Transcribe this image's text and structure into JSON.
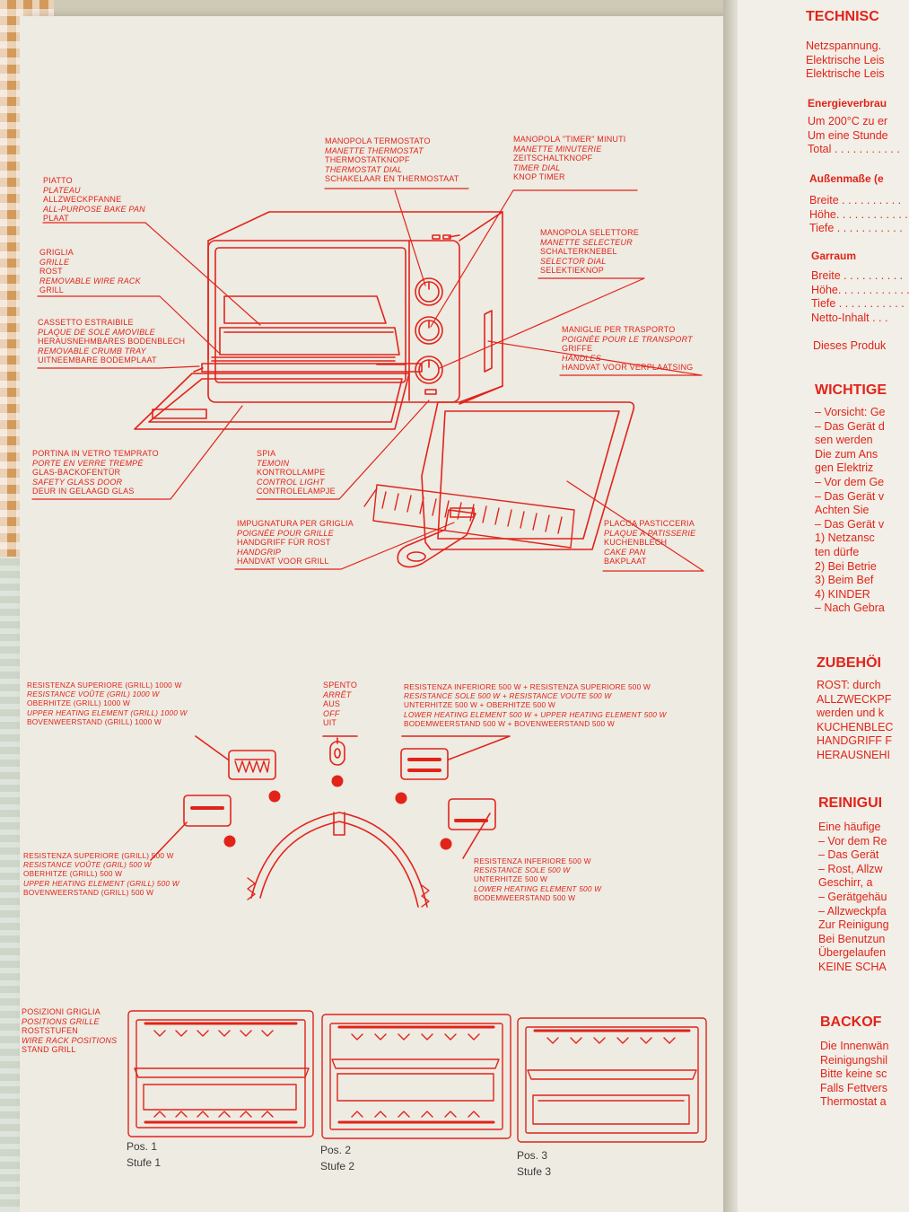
{
  "diagram_labels": {
    "thermostat": [
      "MANOPOLA TERMOSTATO",
      "MANETTE THERMOSTAT",
      "THERMOSTATKNOPF",
      "THERMOSTAT DIAL",
      "SCHAKELAAR EN THERMOSTAAT"
    ],
    "timer": [
      "MANOPOLA \"TIMER\" MINUTI",
      "MANETTE MINUTERIE",
      "ZEITSCHALTKNOPF",
      "TIMER DIAL",
      "KNOP TIMER"
    ],
    "bake_pan": [
      "PIATTO",
      "PLATEAU",
      "ALLZWECKPFANNE",
      "ALL-PURPOSE BAKE PAN",
      "PLAAT"
    ],
    "wire_rack": [
      "GRIGLIA",
      "GRILLE",
      "ROST",
      "REMOVABLE WIRE RACK",
      "GRILL"
    ],
    "selector": [
      "MANOPOLA SELETTORE",
      "MANETTE SELECTEUR",
      "SCHALTERKNEBEL",
      "SELECTOR DIAL",
      "SELEKTIEKNOP"
    ],
    "crumb_tray": [
      "CASSETTO ESTRAIBILE",
      "PLAQUE DE SOLE AMOVIBLE",
      "HERAUSNEHMBARES BODENBLECH",
      "REMOVABLE CRUMB TRAY",
      "UITNEEMBARE BODEMPLAAT"
    ],
    "handles": [
      "MANIGLIE PER TRASPORTO",
      "POIGNÉE POUR LE TRANSPORT",
      "GRIFFE",
      "HANDLES",
      "HANDVAT VOOR VERPLAATSING"
    ],
    "glass_door": [
      "PORTINA IN VETRO TEMPRATO",
      "PORTE EN VERRE TREMPÉ",
      "GLAS-BACKOFENTÜR",
      "SAFETY GLASS DOOR",
      "DEUR IN GELAAGD GLAS"
    ],
    "control_light": [
      "SPIA",
      "TEMOIN",
      "KONTROLLAMPE",
      "CONTROL LIGHT",
      "CONTROLELAMPJE"
    ],
    "grip": [
      "IMPUGNATURA PER GRIGLIA",
      "POIGNÉE POUR GRILLE",
      "HANDGRIFF FÜR ROST",
      "HANDGRIP",
      "HANDVAT VOOR GRILL"
    ],
    "cake_pan": [
      "PLACCA PASTICCERIA",
      "PLAQUE A PATISSERIE",
      "KUCHENBLECH",
      "CAKE PAN",
      "BAKPLAAT"
    ]
  },
  "selector_labels": {
    "upper_1000": [
      "RESISTENZA SUPERIORE (GRILL) 1000 W",
      "RESISTANCE VOÛTE (GRIL) 1000 W",
      "OBERHITZE (GRILL) 1000 W",
      "UPPER HEATING ELEMENT (GRILL) 1000 W",
      "BOVENWEERSTAND (GRILL) 1000 W"
    ],
    "off": [
      "SPENTO",
      "ARRÊT",
      "AUS",
      "OFF",
      "UIT"
    ],
    "lower_upper": [
      "RESISTENZA INFERIORE 500 W + RESISTENZA SUPERIORE 500 W",
      "RESISTANCE SOLE 500 W + RESISTANCE VOUTE 500 W",
      "UNTERHITZE 500 W + OBERHITZE 500 W",
      "LOWER HEATING ELEMENT 500 W + UPPER HEATING ELEMENT 500 W",
      "BODEMWEERSTAND 500 W + BOVENWEERSTAND 500 W"
    ],
    "upper_500": [
      "RESISTENZA SUPERIORE (GRILL) 500 W",
      "RESISTANCE VOÛTE (GRIL) 500 W",
      "OBERHITZE (GRILL) 500 W",
      "UPPER HEATING ELEMENT (GRILL) 500 W",
      "BOVENWEERSTAND (GRILL) 500 W"
    ],
    "lower_500": [
      "RESISTENZA INFERIORE 500 W",
      "RESISTANCE SOLE 500 W",
      "UNTERHITZE 500 W",
      "LOWER HEATING ELEMENT 500 W",
      "BODEMWEERSTAND 500 W"
    ]
  },
  "rack_positions": {
    "heading": [
      "POSIZIONI GRIGLIA",
      "POSITIONS GRILLE",
      "ROSTSTUFEN",
      "WIRE RACK POSITIONS",
      "STAND GRILL"
    ],
    "positions": [
      {
        "pos": "Pos. 1",
        "stufe": "Stufe 1"
      },
      {
        "pos": "Pos. 2",
        "stufe": "Stufe 2"
      },
      {
        "pos": "Pos. 3",
        "stufe": "Stufe 3"
      }
    ]
  },
  "right_page": {
    "tech_heading": "TECHNISC",
    "tech_lines": [
      "Netzspannung.",
      "Elektrische Leis",
      "Elektrische Leis"
    ],
    "energy_heading": "Energieverbrau",
    "energy_lines": [
      "Um 200°C zu er",
      "Um eine Stunde",
      "Total . . . . . . . . . . ."
    ],
    "dims_heading": "Außenmaße (e",
    "dims_lines": [
      "Breite . . . . . . . . . .",
      "Höhe. . . . . . . . . . . .",
      "Tiefe . . . . . . . . . . ."
    ],
    "garraum_heading": "Garraum",
    "garraum_lines": [
      "Breite . . . . . . . . . .",
      "Höhe. . . . . . . . . . . .",
      "Tiefe . . . . . . . . . . .",
      "Netto-Inhalt . . ."
    ],
    "product_line": "Dieses Produk",
    "wichtig_heading": "WICHTIGE",
    "wichtig_lines": [
      "– Vorsicht: Ge",
      "– Das Gerät d",
      "   sen werden",
      "   Die zum Ans",
      "   gen Elektriz",
      "– Vor dem Ge",
      "– Das Gerät v",
      "   Achten Sie",
      "– Das Gerät v",
      "   1) Netzansc",
      "       ten dürfe",
      "   2) Bei Betrie",
      "   3) Beim Bef",
      "   4) KINDER",
      "– Nach Gebra"
    ],
    "zubehoer_heading": "ZUBEHÖI",
    "zubehoer_lines": [
      "ROST: durch",
      "ALLZWECKPF",
      "werden und k",
      "KUCHENBLEC",
      "HANDGRIFF F",
      "HERAUSNEHI"
    ],
    "reinigung_heading": "REINIGUI",
    "reinigung_lines": [
      "Eine häufige",
      "– Vor dem Re",
      "– Das Gerät",
      "– Rost, Allzw",
      "   Geschirr, a",
      "– Gerätgehäu",
      "– Allzweckpfa",
      "Zur Reinigung",
      "Bei Benutzun",
      "Übergelaufen",
      "KEINE SCHA"
    ],
    "backofen_heading": "BACKOF",
    "backofen_lines": [
      "Die Innenwän",
      "Reinigungshil",
      "Bitte keine sc",
      "Falls Fettvers",
      "Thermostat a"
    ]
  },
  "colors": {
    "ink_red": "#e2231a",
    "page": "#edebe2"
  }
}
